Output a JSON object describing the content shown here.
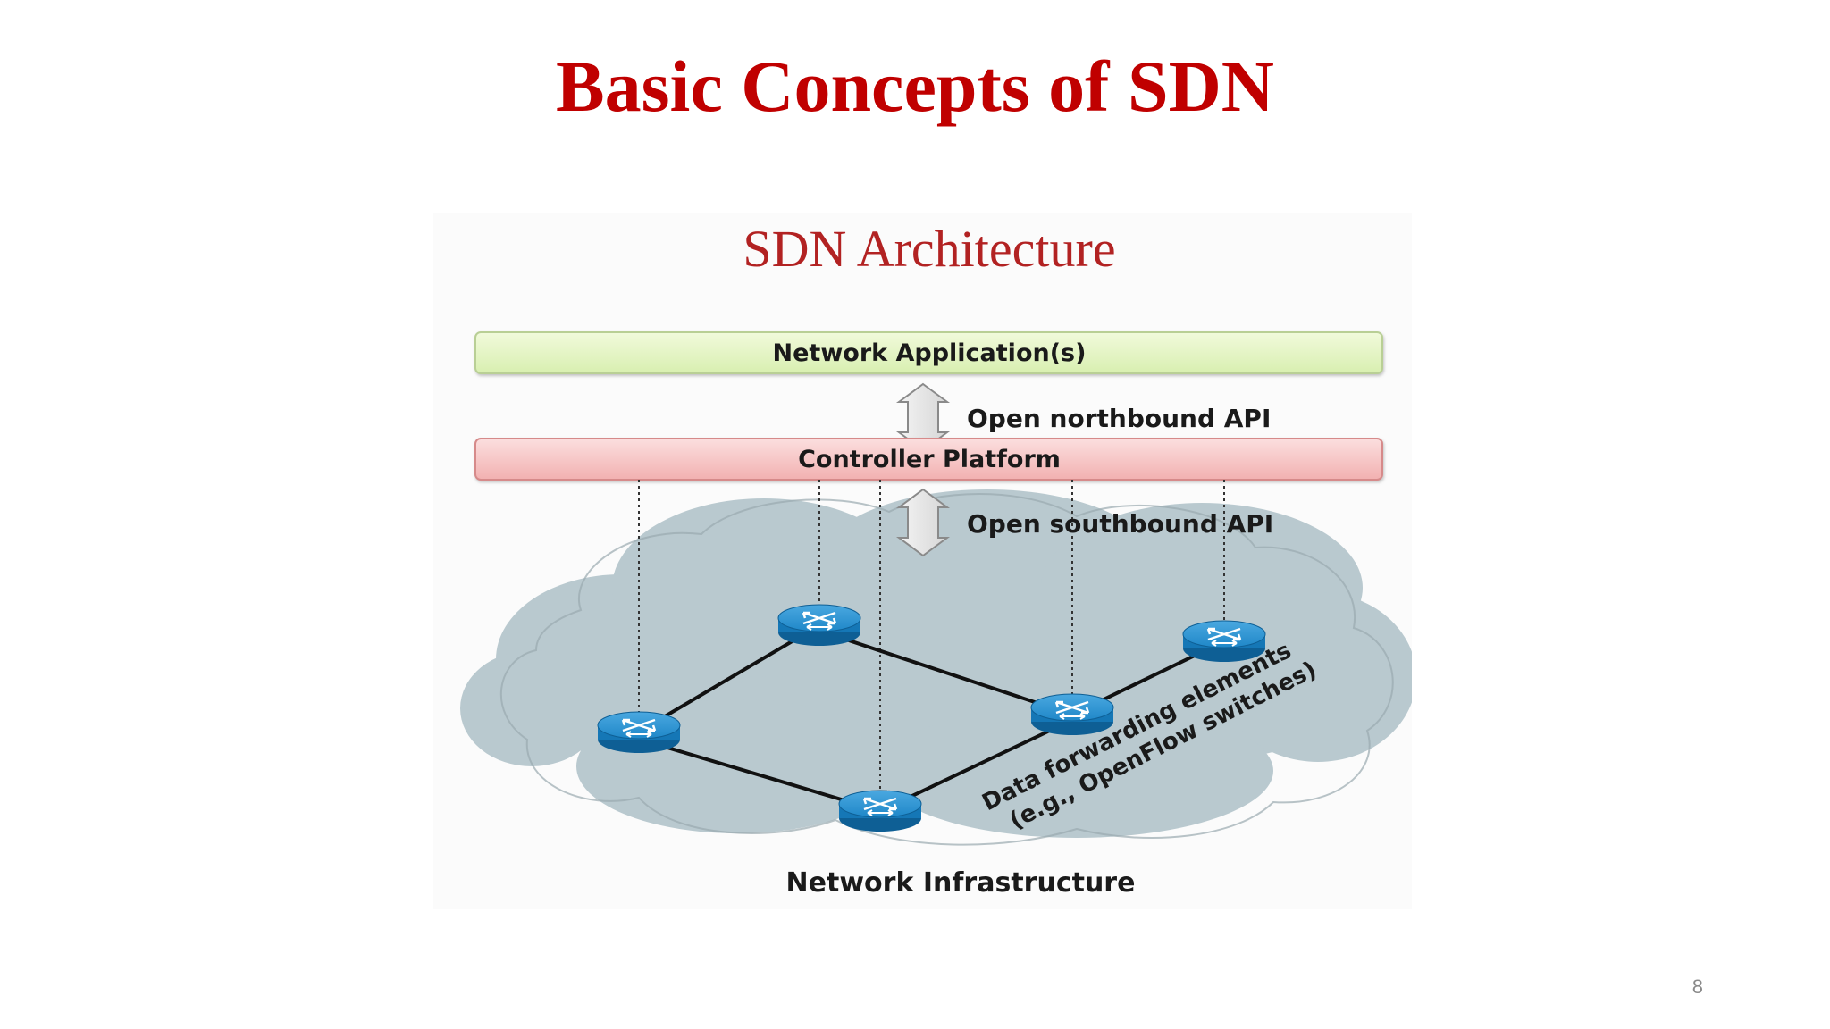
{
  "slide": {
    "title": "Basic Concepts of SDN",
    "page_number": "8"
  },
  "diagram": {
    "title": "SDN Architecture",
    "app_layer_label": "Network Application(s)",
    "northbound_label": "Open northbound API",
    "controller_label": "Controller Platform",
    "southbound_label": "Open southbound API",
    "forwarding_label_line1": "Data forwarding elements",
    "forwarding_label_line2": "(e.g., OpenFlow switches)",
    "infrastructure_label": "Network Infrastructure",
    "colors": {
      "slide_title": "#c00000",
      "diagram_title": "#b22222",
      "app_layer_fill": "#e3f3c3",
      "controller_fill": "#f6c4c4",
      "cloud_fill": "#b9c9cf",
      "switch_fill": "#1f87c8",
      "arrow_fill": "#e6e6e6"
    },
    "switches": [
      "switch-left",
      "switch-top",
      "switch-bottom",
      "switch-middle",
      "switch-right"
    ],
    "links": [
      [
        "switch-left",
        "switch-top"
      ],
      [
        "switch-left",
        "switch-bottom"
      ],
      [
        "switch-top",
        "switch-middle"
      ],
      [
        "switch-bottom",
        "switch-middle"
      ],
      [
        "switch-middle",
        "switch-right"
      ]
    ]
  }
}
